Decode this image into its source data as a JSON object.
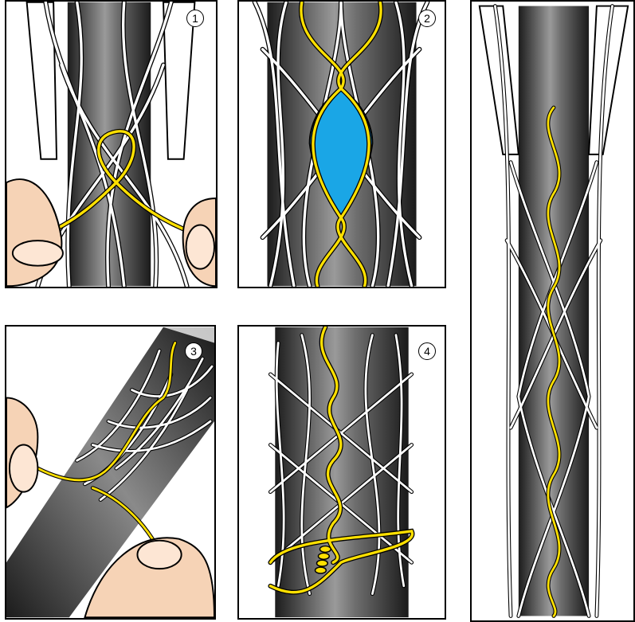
{
  "steps": [
    {
      "number": "1"
    },
    {
      "number": "2"
    },
    {
      "number": "3"
    },
    {
      "number": "4"
    }
  ],
  "colors": {
    "lacing_wire": "#ffe000",
    "opening": "#1aa6e6",
    "cable_dark": "#2a2a2a",
    "cable_light": "#9a9a9a",
    "mesh_wire": "#ffffff",
    "skin": "#f6d3b6"
  }
}
